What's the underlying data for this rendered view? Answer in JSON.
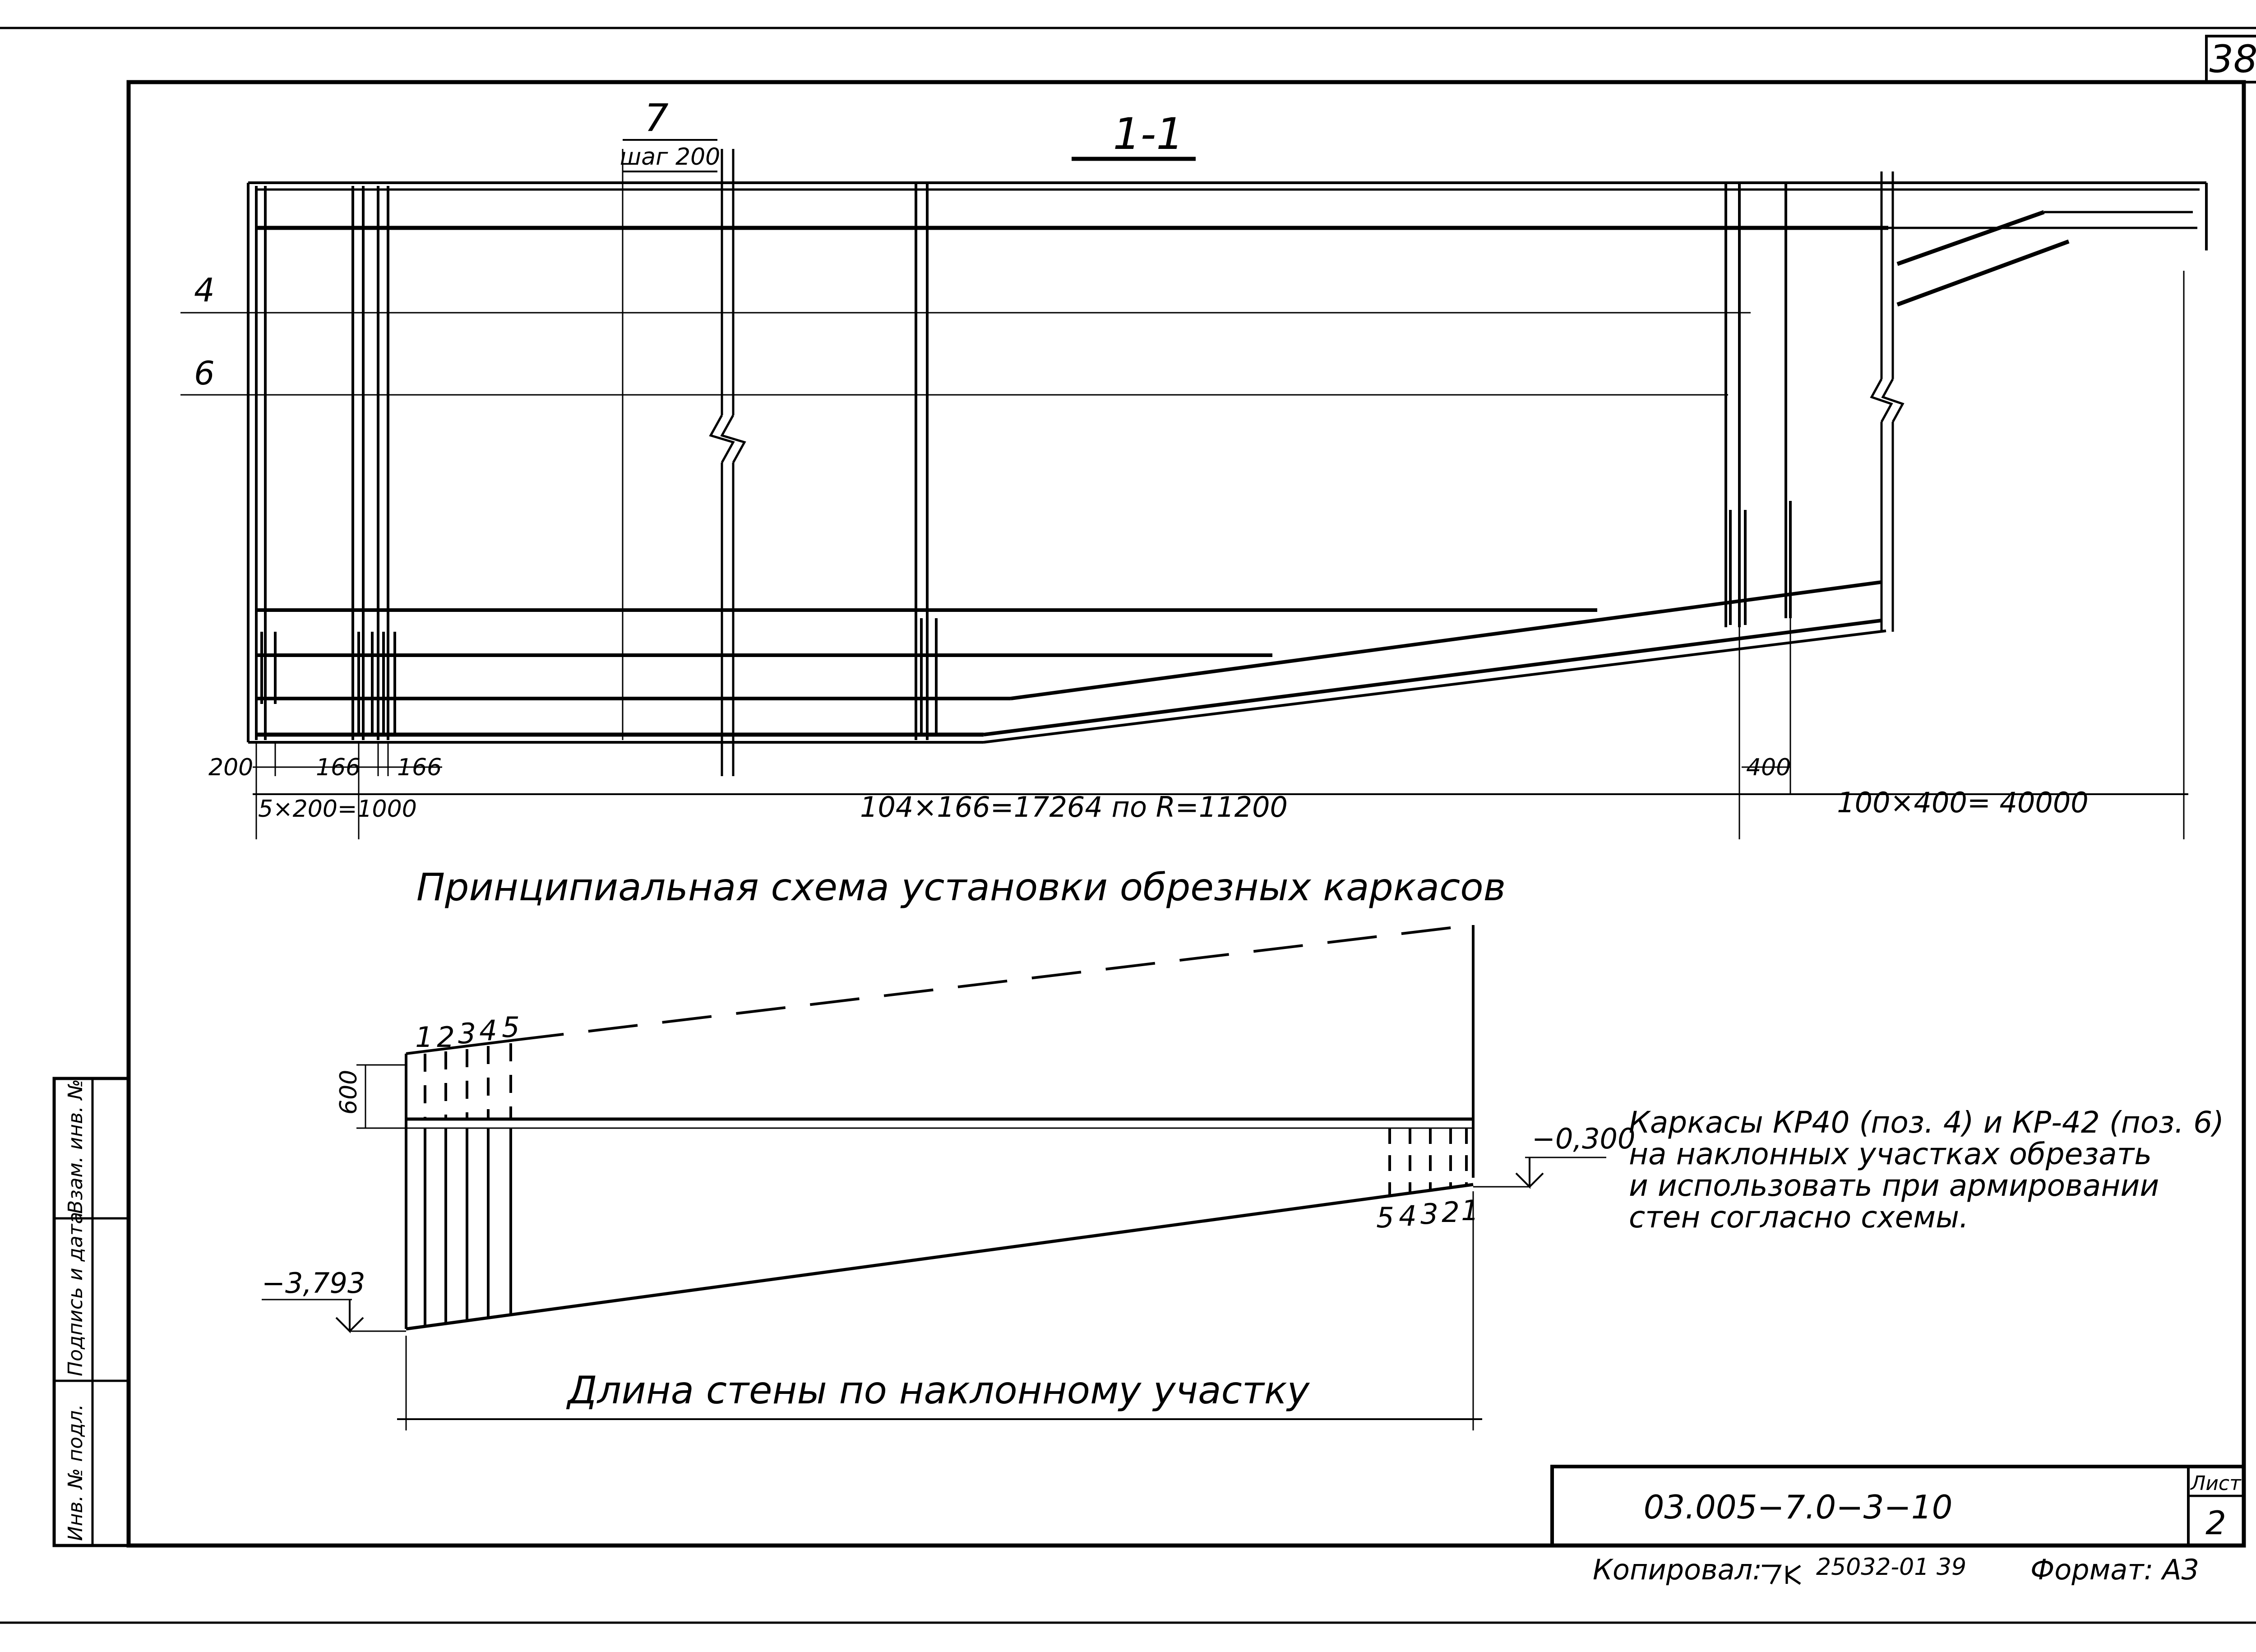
{
  "sheet": {
    "page_number": "38",
    "section_mark": "1-1",
    "title": "Принципиальная схема установки обрезных каркасов",
    "bottom_caption": "Длина стены по наклонному участку",
    "note_lines": [
      "Каркасы КР40 (поз. 4) и КР-42 (поз. 6)",
      "на наклонных участках обрезать",
      "и использовать при армировании",
      "стен согласно схемы."
    ]
  },
  "section": {
    "pos_7": "7",
    "step_label": "шаг 200",
    "pos_4": "4",
    "pos_6": "6",
    "dim_200": "200",
    "dim_166_a": "166",
    "dim_166_b": "166",
    "dim_5x200": "5×200=1000",
    "dim_middle": "104×166=17264  по  R=11200",
    "dim_400": "400",
    "dim_right": "100×400= 40000"
  },
  "scheme": {
    "top_numbers": [
      "1",
      "2",
      "3",
      "4",
      "5"
    ],
    "bottom_numbers": [
      "5",
      "4",
      "3",
      "2",
      "1"
    ],
    "dim_600": "600",
    "level_left": "−3,793",
    "level_right": "−0,300"
  },
  "title_block": {
    "doc_code": "03.005−7.0−3−10",
    "sheet_label": "Лист",
    "sheet_number": "2",
    "copied": "Копировал:",
    "order": "25032-01  39",
    "format": "Формат: А3"
  },
  "side_stamp": {
    "cell1": "Инв. № подл.",
    "cell2": "Подпись и дата",
    "cell3": "Взам. инв. №"
  }
}
